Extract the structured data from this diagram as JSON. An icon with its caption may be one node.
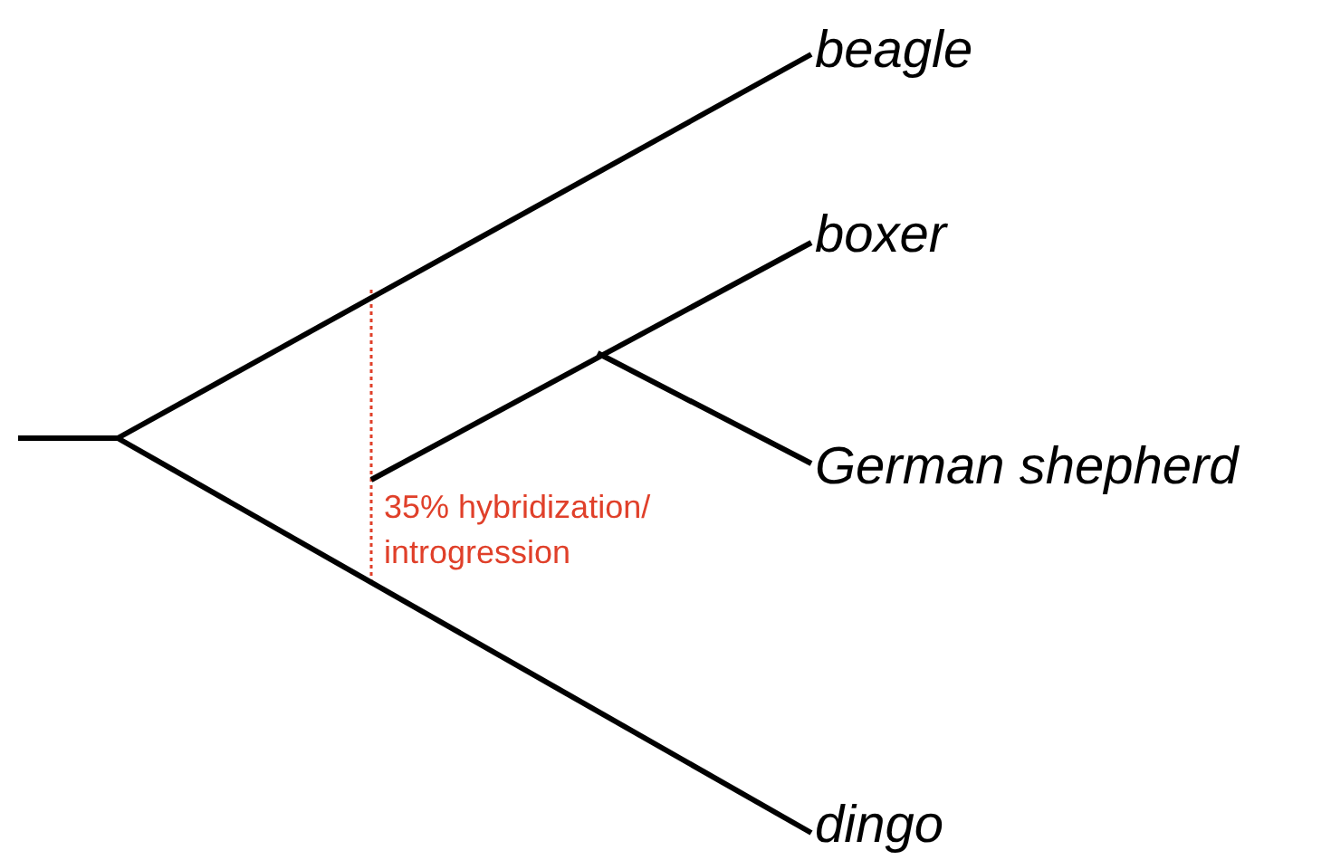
{
  "diagram": {
    "nodes": [
      {
        "text": [
          "beagle"
        ]
      },
      {
        "text": [
          "boxer"
        ]
      },
      {
        "text": [
          "German shepherd"
        ]
      },
      {
        "text": [
          "dingo"
        ]
      }
    ],
    "edges": [
      {
        "from": null,
        "to": 0,
        "arrow": "none"
      },
      {
        "from": null,
        "to": 1,
        "arrow": "none"
      },
      {
        "from": null,
        "to": 2,
        "arrow": "none"
      },
      {
        "from": null,
        "to": 3,
        "arrow": "none"
      }
    ],
    "labels": [
      "35% hybridization/ introgression"
    ]
  }
}
